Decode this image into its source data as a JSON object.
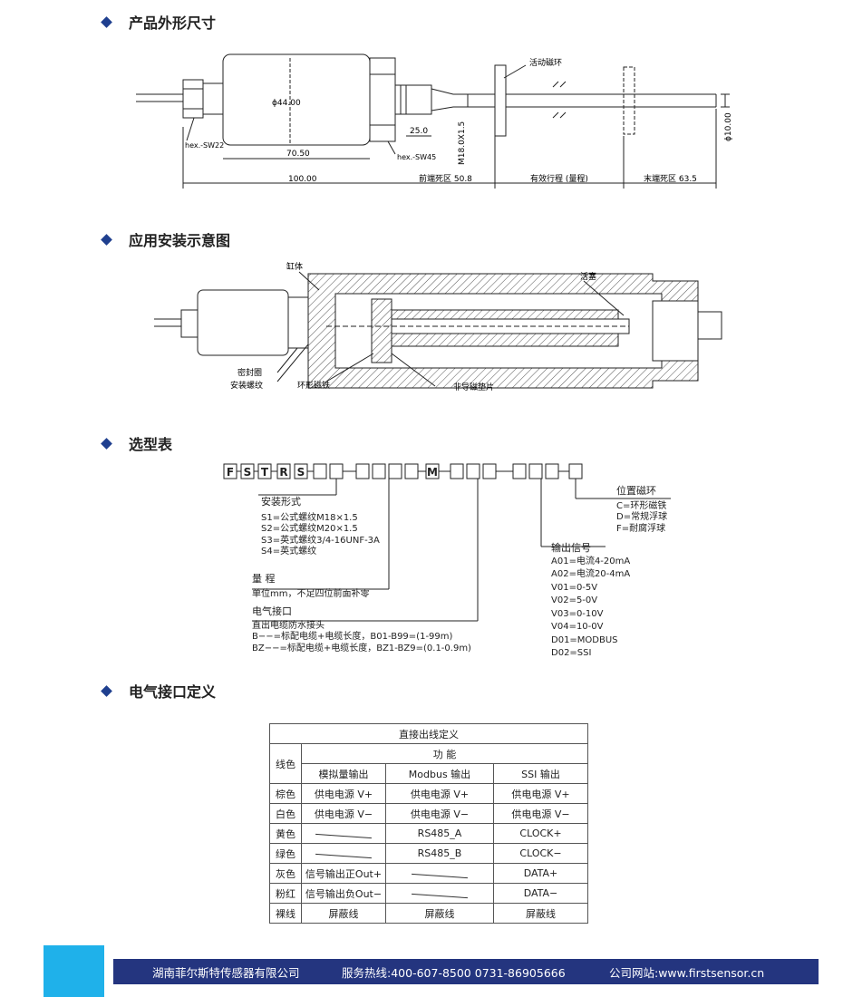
{
  "sections": {
    "dims": "产品外形尺寸",
    "install": "应用安装示意图",
    "select": "选型表",
    "elec": "电气接口定义"
  },
  "dims_labels": {
    "hex22": "hex.-SW22",
    "dia44": "ϕ44.00",
    "len7050": "70.50",
    "len25": "25.0",
    "thread": "M18.0X1.5",
    "hex45": "hex.-SW45",
    "total100": "100.00",
    "front_dead": "前端死区 50.8",
    "stroke": "有效行程 (量程)",
    "end_dead": "末端死区 63.5",
    "magnet": "活动磁环",
    "dia10": "ϕ10.00"
  },
  "install_labels": {
    "cylinder": "缸体",
    "piston": "活塞",
    "seal": "密封圈",
    "thread": "安装螺纹",
    "ring_magnet": "环形磁铁",
    "spacer": "非导磁垫片"
  },
  "code": {
    "chars": [
      "F",
      "S",
      "T",
      "R",
      "S"
    ],
    "m": "M"
  },
  "selection": {
    "mount_title": "安装形式",
    "mount": [
      "S1=公式螺纹M18×1.5",
      "S2=公式螺纹M20×1.5",
      "S3=英式螺纹3/4-16UNF-3A",
      "S4=英式螺纹"
    ],
    "range_title": "量 程",
    "range_desc": "单位mm，不足四位前面补零",
    "conn_title": "电气接口",
    "conn": [
      "直出电缆防水接头",
      "B−−=标配电缆+电缆长度，B01-B99=(1-99m)",
      "BZ−−=标配电缆+电缆长度，BZ1-BZ9=(0.1-0.9m)"
    ],
    "output_title": "输出信号",
    "output": [
      "A01=电流4-20mA",
      "A02=电流20-4mA",
      "V01=0-5V",
      "V02=5-0V",
      "V03=0-10V",
      "V04=10-0V",
      "D01=MODBUS",
      "D02=SSI"
    ],
    "magnet_title": "位置磁环",
    "magnet": [
      "C=环形磁铁",
      "D=常规浮球",
      "F=耐腐浮球"
    ]
  },
  "table": {
    "title": "直接出线定义",
    "wire_color": "线色",
    "function": "功 能",
    "cols": [
      "模拟量输出",
      "Modbus 输出",
      "SSI 输出"
    ],
    "rows": [
      {
        "color": "棕色",
        "c": [
          "供电电源 V+",
          "供电电源 V+",
          "供电电源 V+"
        ]
      },
      {
        "color": "白色",
        "c": [
          "供电电源 V−",
          "供电电源 V−",
          "供电电源 V−"
        ]
      },
      {
        "color": "黄色",
        "c": [
          "",
          "RS485_A",
          "CLOCK+"
        ]
      },
      {
        "color": "绿色",
        "c": [
          "",
          "RS485_B",
          "CLOCK−"
        ]
      },
      {
        "color": "灰色",
        "c": [
          "信号输出正Out+",
          "",
          "DATA+"
        ]
      },
      {
        "color": "粉红",
        "c": [
          "信号输出负Out−",
          "",
          "DATA−"
        ]
      },
      {
        "color": "裸线",
        "c": [
          "屏蔽线",
          "屏蔽线",
          "屏蔽线"
        ]
      }
    ]
  },
  "footer": {
    "company": "湖南菲尔斯特传感器有限公司",
    "hotline": "服务热线:400-607-8500   0731-86905666",
    "website": "公司网站:www.firstsensor.cn"
  },
  "colors": {
    "accent": "#1f3f8f",
    "footer_bar": "#24357f",
    "footer_accent": "#1fb1ea"
  }
}
